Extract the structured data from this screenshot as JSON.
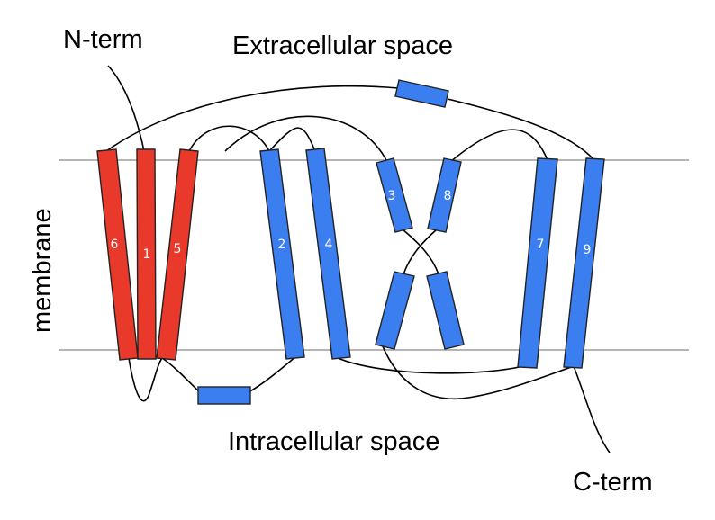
{
  "labels": {
    "n_term": "N-term",
    "c_term": "C-term",
    "extracellular": "Extracellular space",
    "intracellular": "Intracellular space",
    "membrane": "membrane"
  },
  "helices": [
    {
      "id": "6",
      "color": "red"
    },
    {
      "id": "1",
      "color": "red"
    },
    {
      "id": "5",
      "color": "red"
    },
    {
      "id": "2",
      "color": "blue"
    },
    {
      "id": "4",
      "color": "blue"
    },
    {
      "id": "3",
      "color": "blue"
    },
    {
      "id": "8",
      "color": "blue"
    },
    {
      "id": "7",
      "color": "blue"
    },
    {
      "id": "9",
      "color": "blue"
    }
  ],
  "colors": {
    "red_helix": "#e8392b",
    "blue_helix": "#3a7ef0",
    "membrane_line": "#b5b5b5"
  }
}
